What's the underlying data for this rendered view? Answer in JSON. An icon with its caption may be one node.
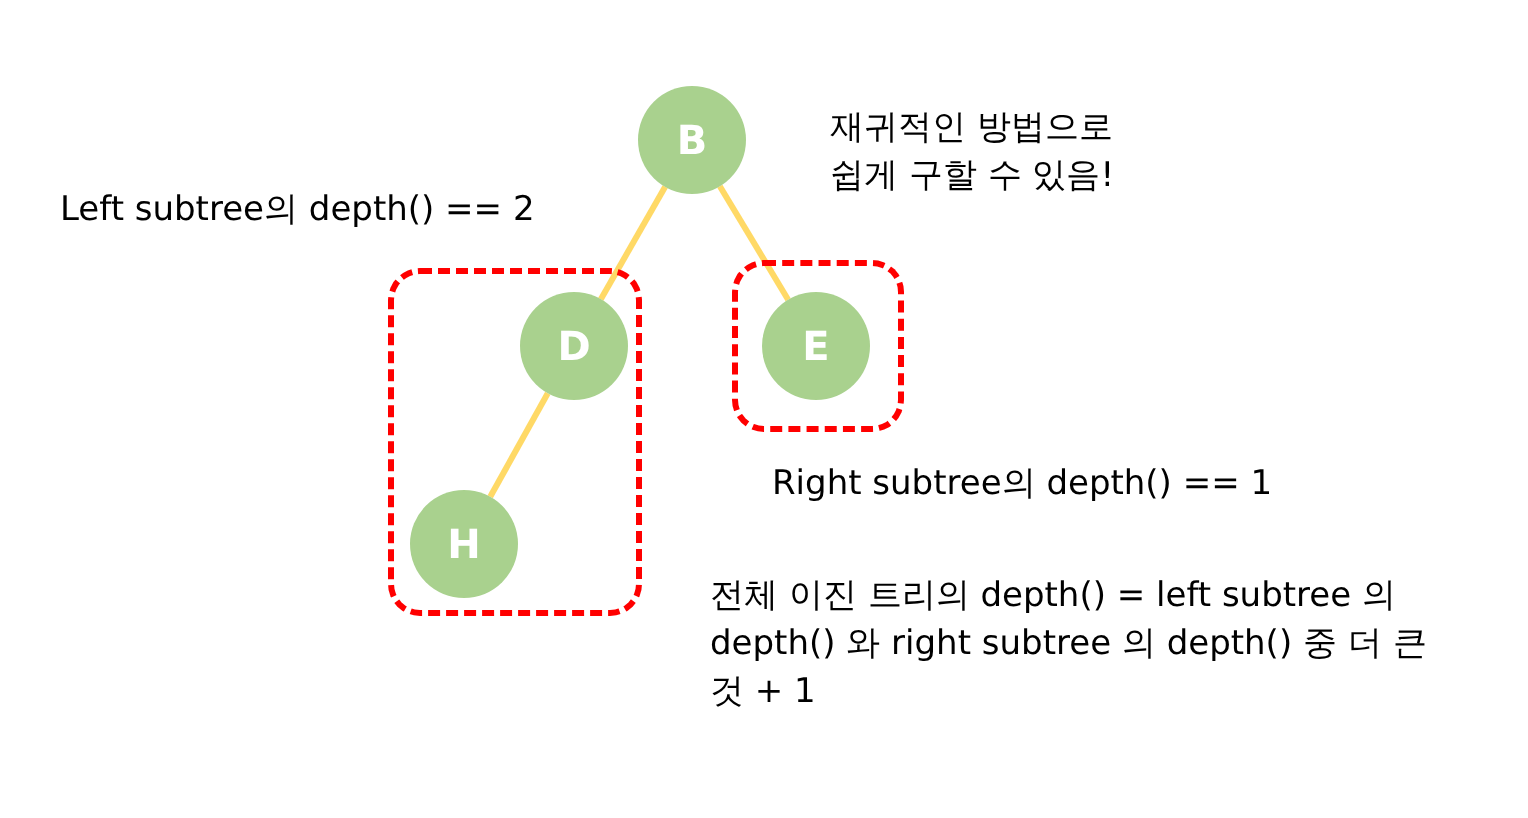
{
  "diagram": {
    "nodes": [
      {
        "text": [
          "B"
        ]
      },
      {
        "text": [],
        "shape": "box"
      },
      {
        "text": [
          "D"
        ],
        "in": 1
      },
      {
        "text": [
          "H"
        ],
        "in": 1
      },
      {
        "text": [],
        "shape": "box"
      },
      {
        "text": [
          "E"
        ],
        "in": 4
      }
    ],
    "edges": [
      {
        "from": 0,
        "to": 2,
        "arrow": "none"
      },
      {
        "from": 0,
        "to": 5,
        "arrow": "none"
      },
      {
        "from": 2,
        "to": 3,
        "arrow": "none"
      }
    ],
    "labels": [
      "재귀적인 방법으로 쉽게 구할 수 있음!",
      "Left subtree의 depth() == 2",
      "Right subtree의 depth() == 1",
      "전체 이진 트리의 depth() = left subtree 의 depth() 와 right subtree 의 depth() 중 더 큰 것 + 1"
    ]
  }
}
